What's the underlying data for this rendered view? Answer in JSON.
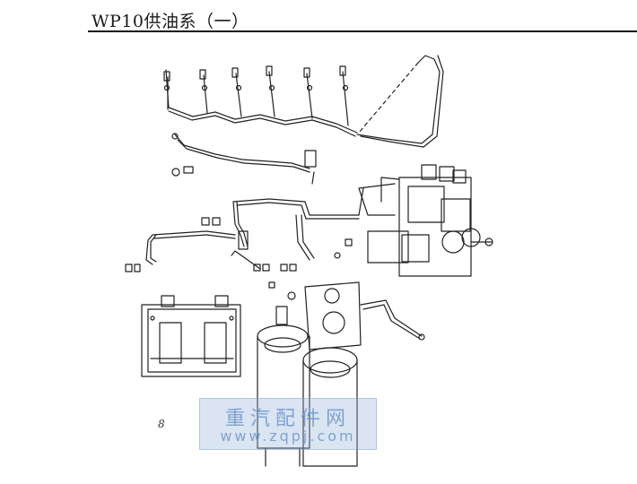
{
  "header": {
    "title": "WP10供油系（一）"
  },
  "figure": {
    "number": "8"
  },
  "watermark": {
    "line1": "重汽配件网",
    "line2": "www.zqpj.com"
  }
}
